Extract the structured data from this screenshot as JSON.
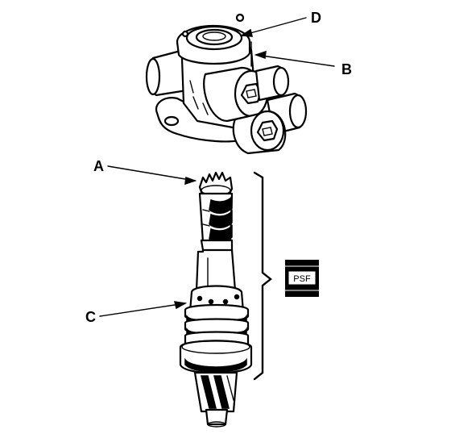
{
  "labels": {
    "a": "A",
    "b": "B",
    "c": "C",
    "d": "D"
  },
  "badge": {
    "text": "PSF"
  }
}
